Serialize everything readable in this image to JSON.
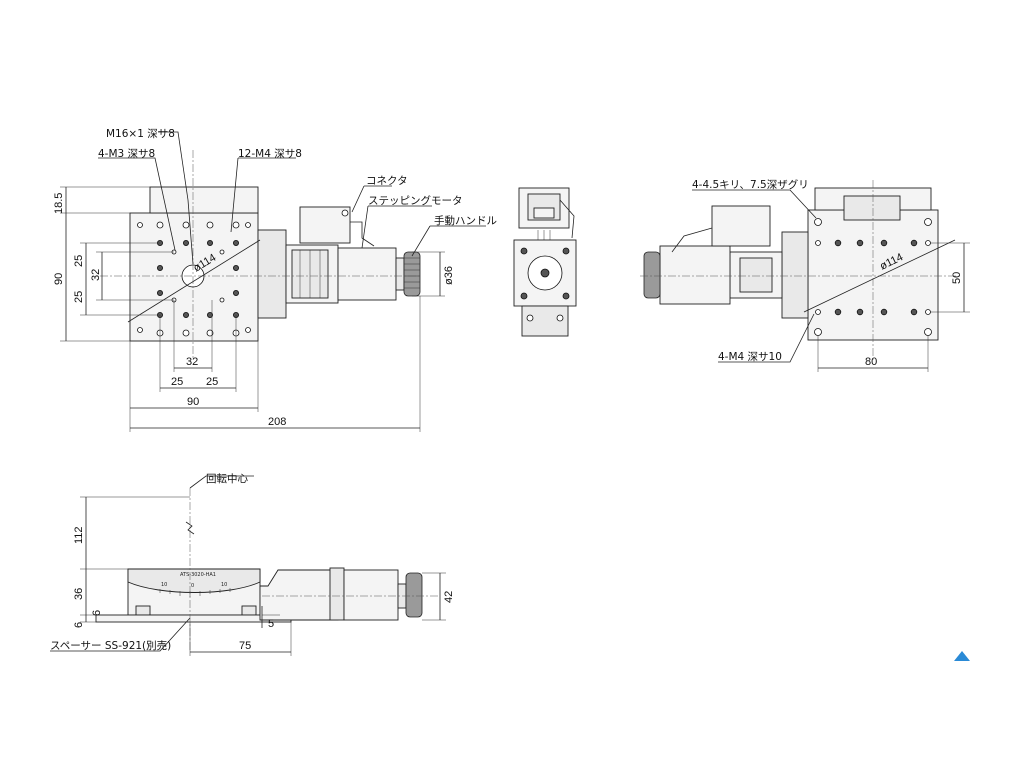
{
  "top_view": {
    "thread_center": "M16×1 深サ8",
    "thread_m3": "4-M3 深サ8",
    "thread_m4": "12-M4 深サ8",
    "dim_18_5": "18.5",
    "dim_90_v": "90",
    "dim_25_a": "25",
    "dim_25_b": "25",
    "dim_32_v": "32",
    "dim_phi114": "ø114",
    "dim_32_h": "32",
    "dim_25_c": "25",
    "dim_25_d": "25",
    "dim_90_h": "90",
    "dim_208": "208",
    "dim_phi36": "ø36",
    "connector": "コネクタ",
    "stepping_motor": "ステッピングモータ",
    "manual_handle": "手動ハンドル"
  },
  "right_view": {
    "counterbore": "4-4.5キリ、7.5深ザグリ",
    "dim_phi114": "ø114",
    "dim_50": "50",
    "thread_m4": "4-M4 深サ10",
    "dim_80": "80"
  },
  "front_view": {
    "rotation_center": "回転中心",
    "dim_112": "112",
    "dim_36": "36",
    "dim_6a": "6",
    "dim_6b": "6",
    "dim_5": "5",
    "dim_42": "42",
    "dim_75": "75",
    "spacer": "スペーサー SS-921(別売)",
    "model_label": "ATS-3020-HA1",
    "scale_labels": [
      "10",
      "0",
      "10"
    ]
  },
  "nav": {
    "icon": "triangle-up-icon",
    "color": "#2a8ad6"
  }
}
